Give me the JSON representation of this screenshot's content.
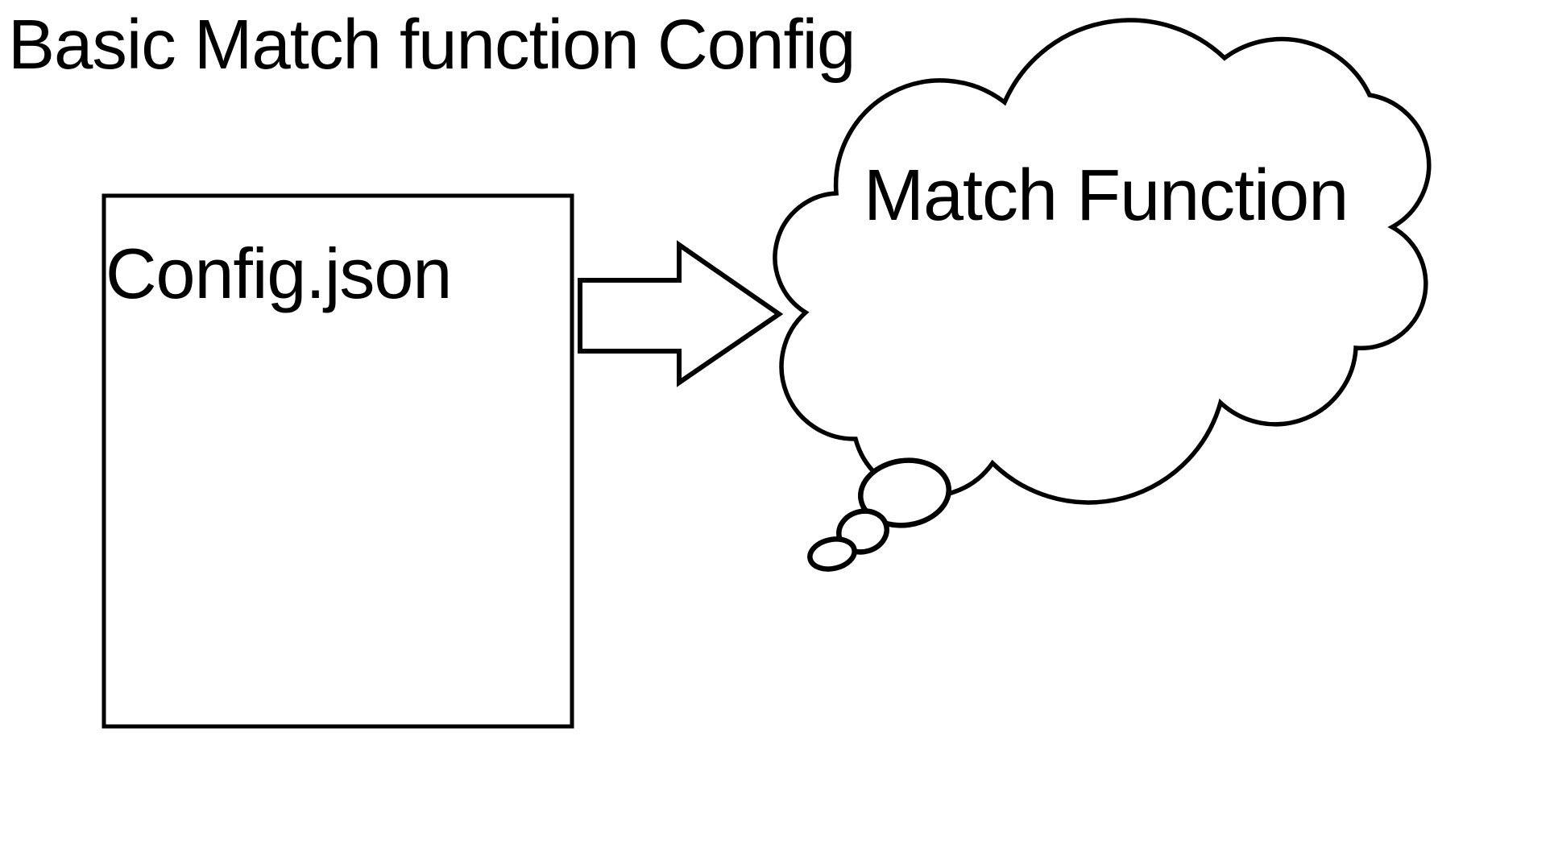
{
  "title": "Basic Match function Config",
  "diagram": {
    "config_box": {
      "label": "Config.json"
    },
    "arrow": {
      "direction": "right"
    },
    "cloud": {
      "label": "Match Function"
    }
  },
  "colors": {
    "ink": "#000000",
    "background": "#ffffff"
  }
}
